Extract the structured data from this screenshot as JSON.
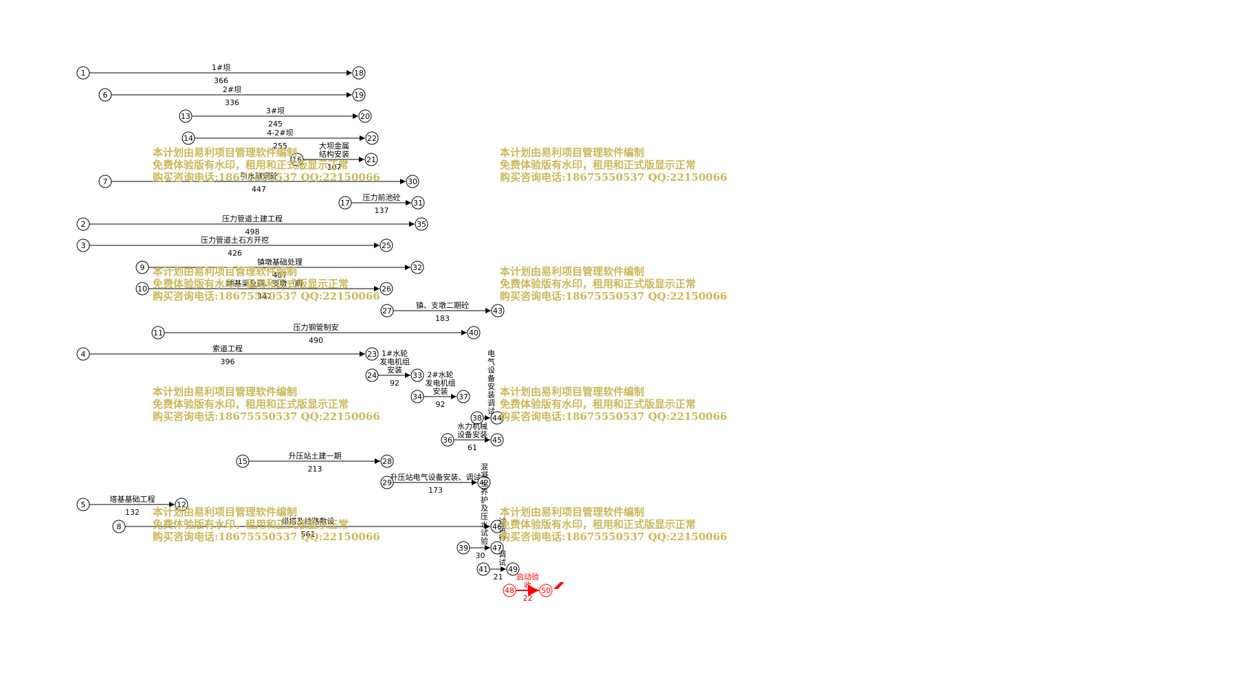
{
  "diagram_type": "double-code network plan",
  "critical_color": "#ff0000",
  "normal_color": "#000000",
  "watermark": {
    "color": "#c9b85c",
    "lines": [
      "本计划由易利项目管理软件编制",
      "免费体验版有水印，租用和正式版显示正常",
      "购买咨询电话:18675550537 QQ:22150066"
    ]
  },
  "activities": [
    {
      "from": "1",
      "to": "18",
      "name": "1#坝",
      "duration": "366",
      "critical": false
    },
    {
      "from": "6",
      "to": "19",
      "name": "2#坝",
      "duration": "336",
      "critical": false
    },
    {
      "from": "13",
      "to": "20",
      "name": "3#坝",
      "duration": "245",
      "critical": false
    },
    {
      "from": "14",
      "to": "22",
      "name": "4-2#坝",
      "duration": "255",
      "critical": false
    },
    {
      "from": "16",
      "to": "21",
      "name": "大坝金属结构安装",
      "duration": "107",
      "critical": false
    },
    {
      "from": "7",
      "to": "30",
      "name": "引水隧洞砼",
      "duration": "447",
      "critical": false
    },
    {
      "from": "17",
      "to": "31",
      "name": "压力前池砼",
      "duration": "137",
      "critical": false
    },
    {
      "from": "2",
      "to": "35",
      "name": "压力管道土建工程",
      "duration": "498",
      "critical": false
    },
    {
      "from": "3",
      "to": "25",
      "name": "压力管道土石方开挖",
      "duration": "426",
      "critical": false
    },
    {
      "from": "9",
      "to": "32",
      "name": "镇墩基础处理",
      "duration": "407",
      "critical": false
    },
    {
      "from": "10",
      "to": "26",
      "name": "地基梁及镇、支墩一期",
      "duration": "347",
      "critical": false
    },
    {
      "from": "27",
      "to": "43",
      "name": "镇、支墩二期砼",
      "duration": "183",
      "critical": false
    },
    {
      "from": "11",
      "to": "40",
      "name": "压力钢管制安",
      "duration": "490",
      "critical": false
    },
    {
      "from": "4",
      "to": "23",
      "name": "索道工程",
      "duration": "396",
      "critical": false
    },
    {
      "from": "24",
      "to": "33",
      "name": "1#水轮发电机组安装",
      "duration": "92",
      "critical": false
    },
    {
      "from": "34",
      "to": "37",
      "name": "2#水轮发电机组安装",
      "duration": "92",
      "critical": false
    },
    {
      "from": "38",
      "to": "44",
      "name": "电气设备安装调试",
      "duration": "",
      "critical": false
    },
    {
      "from": "36",
      "to": "45",
      "name": "水力机械设备安装",
      "duration": "61",
      "critical": false
    },
    {
      "from": "15",
      "to": "28",
      "name": "升压站土建一期",
      "duration": "213",
      "critical": false
    },
    {
      "from": "29",
      "to": "42",
      "name": "升压站电气设备安装、调试",
      "duration": "173",
      "critical": false
    },
    {
      "from": "5",
      "to": "12",
      "name": "塔基基础工程",
      "duration": "132",
      "critical": false
    },
    {
      "from": "8",
      "to": "46",
      "name": "组塔及线路敷设",
      "duration": "561",
      "critical": false
    },
    {
      "from": "39",
      "to": "47",
      "name": "混凝土养护及压水试验",
      "duration": "30",
      "critical": false
    },
    {
      "from": "41",
      "to": "49",
      "name": "试运行、调试",
      "duration": "21",
      "critical": false
    },
    {
      "from": "48",
      "to": "50",
      "name": "启动验收",
      "duration": "22",
      "critical": true
    }
  ]
}
